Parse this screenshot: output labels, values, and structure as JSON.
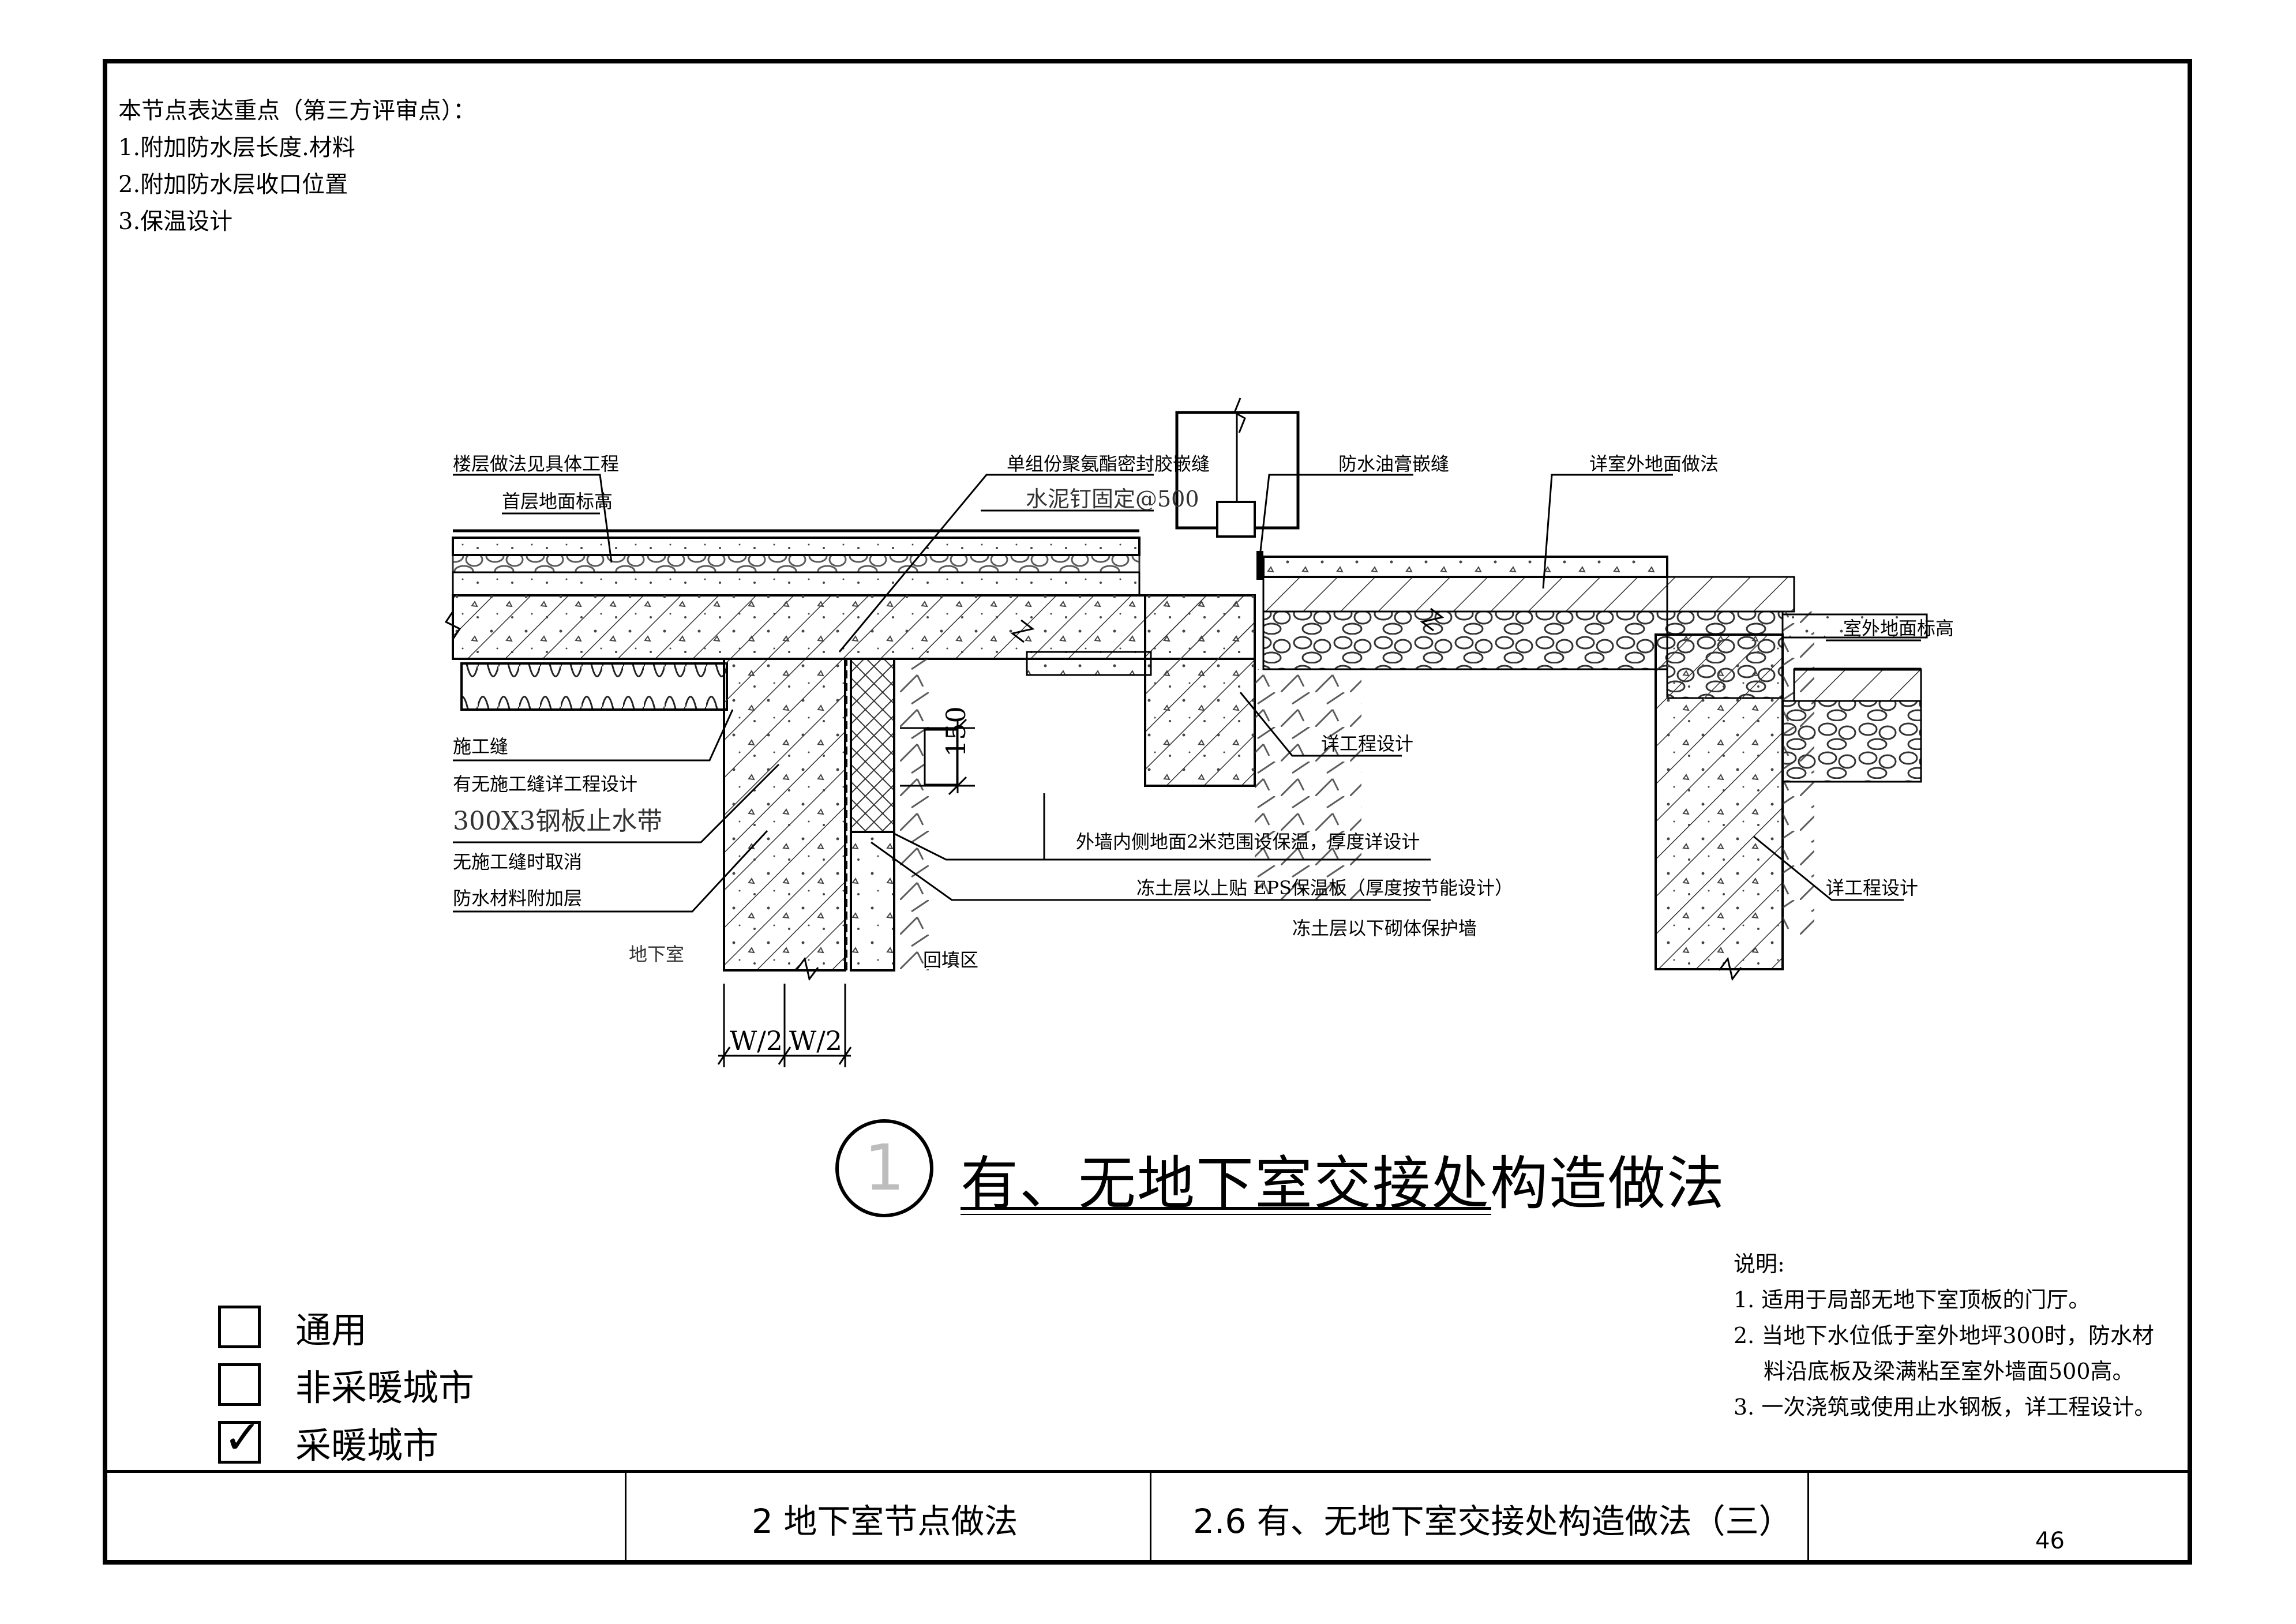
{
  "notes_top": {
    "heading": "本节点表达重点（第三方评审点）：",
    "items": [
      "1.附加防水层长度.材料",
      "2.附加防水层收口位置",
      "3.保温设计"
    ]
  },
  "drawing_labels": {
    "floor_finish": "楼层做法见具体工程",
    "first_floor_level": "首层地面标高",
    "sealant_top": "单组份聚氨酯密封胶嵌缝",
    "nail_fix": "水泥钉固定@500",
    "waterproof_paste": "防水油膏嵌缝",
    "outdoor_floor": "详室外地面做法",
    "outdoor_level": "室外地面标高",
    "construction_joint": "施工缝",
    "joint_see_project": "有无施工缝详工程设计",
    "steel_waterstop": "300X3钢板止水带",
    "joint_cancel": "无施工缝时取消",
    "waterproof_extra": "防水材料附加层",
    "basement": "地下室",
    "backfill": "回填区",
    "dim_150": "150",
    "wall_insulation": "外墙内侧地面2米范围设保温，厚度详设计",
    "eps_board": "冻土层以上贴 EPS保温板（厚度按节能设计）",
    "masonry_protect": "冻土层以下砌体保护墙",
    "see_project_1": "详工程设计",
    "see_project_2": "详工程设计",
    "dim_w2a": "W/2",
    "dim_w2b": "W/2"
  },
  "detail": {
    "number": "1",
    "title": "有、无地下室交接处构造做法"
  },
  "legend": [
    {
      "label": "通用",
      "checked": false
    },
    {
      "label": "非采暖城市",
      "checked": false
    },
    {
      "label": "采暖城市",
      "checked": true
    }
  ],
  "explain": {
    "heading": "说明:",
    "line1": "1. 适用于局部无地下室顶板的门厅。",
    "line2a": "2. 当地下水位低于室外地坪300时，防水材",
    "line2b": "料沿底板及梁满粘至室外墙面500高。",
    "line3": "3. 一次浇筑或使用止水钢板，详工程设计。"
  },
  "title_block": {
    "section": "2 地下室节点做法",
    "subsection": "2.6 有、无地下室交接处构造做法（三）",
    "page": "46"
  },
  "colors": {
    "line": "#000000",
    "hatch": "#333333",
    "faint": "#bdbdbd"
  }
}
